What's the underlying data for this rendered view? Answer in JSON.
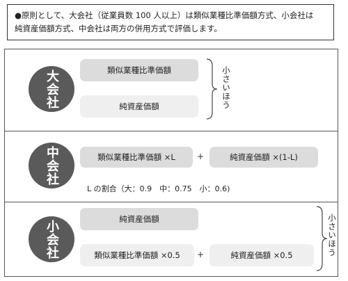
{
  "note": {
    "line1": "●原則として、大会社（従業員数 100 人以上）は類似業種比準価額方式、小会社は",
    "line2": "純資産価額方式、中会社は両方の併用方式で評価します。"
  },
  "large": {
    "label": "大会社",
    "box_top": "類似業種比準価額",
    "box_bottom": "純資産価額",
    "brace_label": "小さいほう"
  },
  "medium": {
    "label": "中会社",
    "box_left": "類似業種比準価額 ×L",
    "plus": "+",
    "box_right": "純資産価額 ×(1-L)",
    "ratio": "L の割合（大：0.9　中：0.75　小：0.6)"
  },
  "small": {
    "label": "小会社",
    "box_top": "純資産価額",
    "box_left": "類似業種比準価額 ×0.5",
    "plus": "+",
    "box_right": "純資産価額 ×0.5",
    "brace_label": "小さいほう"
  }
}
